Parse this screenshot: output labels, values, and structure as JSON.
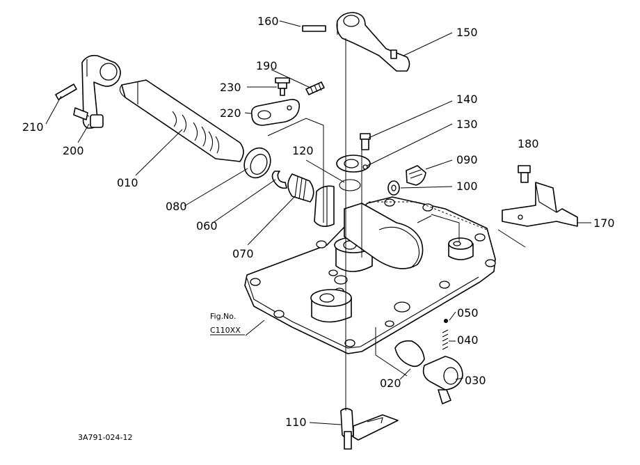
{
  "labels": {
    "p010": "010",
    "p020": "020",
    "p030": "030",
    "p040": "040",
    "p050": "050",
    "p060": "060",
    "p070": "070",
    "p080": "080",
    "p090": "090",
    "p100": "100",
    "p110": "110",
    "p120": "120",
    "p130": "130",
    "p140": "140",
    "p150": "150",
    "p160": "160",
    "p170": "170",
    "p180": "180",
    "p190": "190",
    "p200": "200",
    "p210": "210",
    "p220": "220",
    "p230": "230"
  },
  "figure": {
    "fig_label": "Fig.No.",
    "fig_number": "C110XX",
    "drawing_code": "3A791-024-12"
  }
}
